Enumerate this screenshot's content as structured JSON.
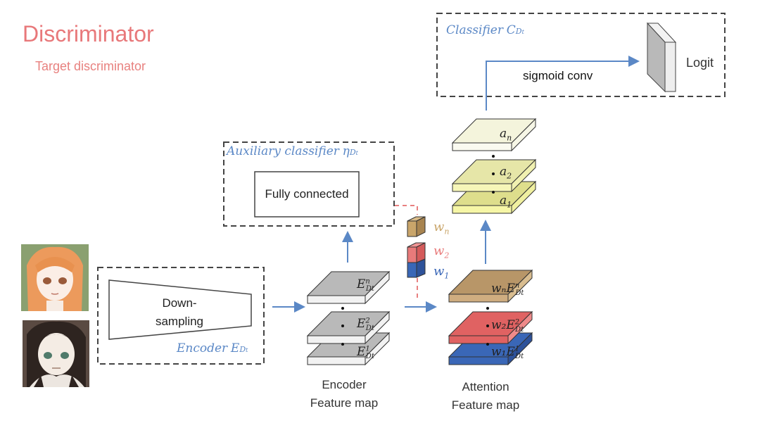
{
  "header": {
    "title": "Discriminator",
    "subtitle": "Target discriminator"
  },
  "colors": {
    "title": "#e8787a",
    "arrow": "#5b88c6",
    "dashed_box": "#444444",
    "gray_map": "#b9b9b9",
    "brown": "#b89668",
    "red": "#e06262",
    "blue": "#3a67b7",
    "yellow_light": "#f4f4dc",
    "yellow_mid": "#e6e6a8",
    "yellow_dark": "#dede8c",
    "attention_dashed": "#e88080"
  },
  "input_images": [
    {
      "name": "anime-face-orange-hair"
    },
    {
      "name": "anime-face-dark-hair"
    }
  ],
  "encoder": {
    "label": "Encoder",
    "symbol": "E",
    "subscript": "D",
    "subsub": "t",
    "block_label_line1": "Down-",
    "block_label_line2": "sampling"
  },
  "auxiliary_classifier": {
    "label": "Auxiliary classifier",
    "symbol": "η",
    "subscript": "D",
    "subsub": "t",
    "block_label": "Fully connected"
  },
  "classifier": {
    "label": "Classifier",
    "symbol": "C",
    "subscript": "D",
    "subsub": "t",
    "op_label": "sigmoid conv",
    "output_label": "Logit"
  },
  "encoder_feature_map": {
    "caption_line1": "Encoder",
    "caption_line2": "Feature map",
    "layers": [
      {
        "label": "E",
        "sup": "n",
        "sub": "Dt"
      },
      {
        "label": "E",
        "sup": "2",
        "sub": "Dt"
      },
      {
        "label": "E",
        "sup": "1",
        "sub": "Dt"
      }
    ]
  },
  "weights": [
    {
      "label": "w",
      "sub": "n",
      "color": "#c9a56a"
    },
    {
      "label": "w",
      "sub": "2",
      "color": "#e87a7a"
    },
    {
      "label": "w",
      "sub": "1",
      "color": "#3a67b7"
    }
  ],
  "attention_feature_map": {
    "caption_line1": "Attention",
    "caption_line2": "Feature map",
    "layers": [
      {
        "label": "wₙE",
        "sup": "n",
        "sub": "Dt"
      },
      {
        "label": "w₂E",
        "sup": "2",
        "sub": "Dt"
      },
      {
        "label": "w₁E",
        "sup": "1",
        "sub": "Dt"
      }
    ]
  },
  "attention_maps": {
    "layers": [
      {
        "label": "a",
        "sub": "n"
      },
      {
        "label": "a",
        "sub": "2"
      },
      {
        "label": "a",
        "sub": "1"
      }
    ]
  }
}
